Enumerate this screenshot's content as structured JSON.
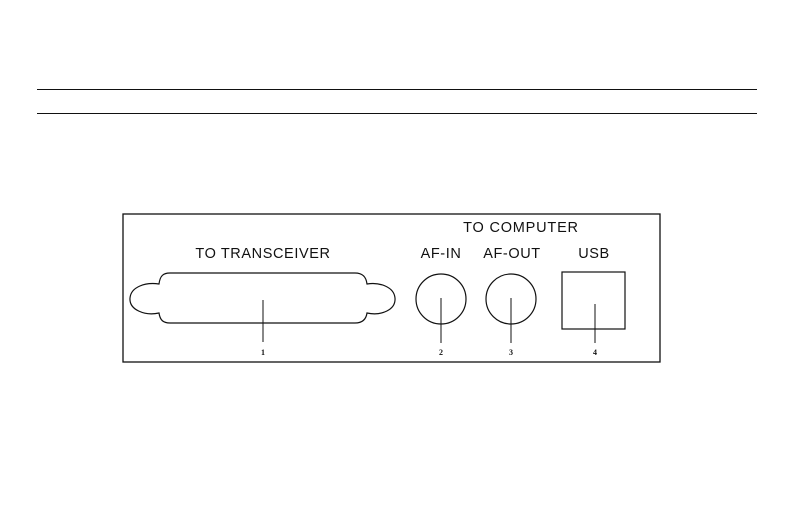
{
  "panel": {
    "group_label": "TO COMPUTER",
    "transceiver_label": "TO TRANSCEIVER",
    "connectors": [
      {
        "label": "",
        "callout": "1"
      },
      {
        "label": "AF-IN",
        "callout": "2"
      },
      {
        "label": "AF-OUT",
        "callout": "3"
      },
      {
        "label": "USB",
        "callout": "4"
      }
    ]
  },
  "colors": {
    "line": "#111111",
    "background": "#ffffff"
  }
}
